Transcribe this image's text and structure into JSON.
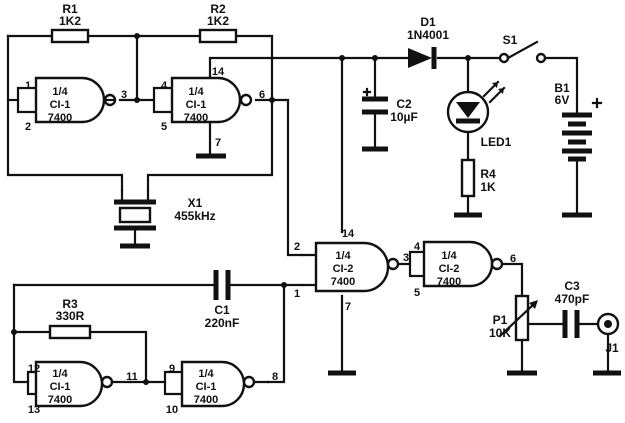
{
  "gates": [
    {
      "fraction": "1/4",
      "ic": "CI-1",
      "part": "7400",
      "pins": [
        "1",
        "2",
        "3"
      ]
    },
    {
      "fraction": "1/4",
      "ic": "CI-1",
      "part": "7400",
      "pins": [
        "4",
        "5",
        "6",
        "14",
        "7"
      ]
    },
    {
      "fraction": "1/4",
      "ic": "CI-2",
      "part": "7400",
      "pins": [
        "2",
        "1",
        "3",
        "14",
        "7"
      ]
    },
    {
      "fraction": "1/4",
      "ic": "CI-2",
      "part": "7400",
      "pins": [
        "4",
        "5",
        "6"
      ]
    },
    {
      "fraction": "1/4",
      "ic": "CI-1",
      "part": "7400",
      "pins": [
        "12",
        "13",
        "11"
      ]
    },
    {
      "fraction": "1/4",
      "ic": "CI-1",
      "part": "7400",
      "pins": [
        "9",
        "10",
        "8"
      ]
    }
  ],
  "components": {
    "r1": {
      "ref": "R1",
      "value": "1K2"
    },
    "r2": {
      "ref": "R2",
      "value": "1K2"
    },
    "r3": {
      "ref": "R3",
      "value": "330R"
    },
    "r4": {
      "ref": "R4",
      "value": "1K"
    },
    "x1": {
      "ref": "X1",
      "value": "455kHz"
    },
    "d1": {
      "ref": "D1",
      "value": "1N4001"
    },
    "s1": {
      "ref": "S1"
    },
    "c1": {
      "ref": "C1",
      "value": "220nF"
    },
    "c2": {
      "ref": "C2",
      "value": "10µF"
    },
    "c3": {
      "ref": "C3",
      "value": "470pF"
    },
    "led1": {
      "ref": "LED1"
    },
    "b1": {
      "ref": "B1",
      "value": "6V"
    },
    "p1": {
      "ref": "P1",
      "value": "10K"
    },
    "j1": {
      "ref": "J1"
    }
  }
}
